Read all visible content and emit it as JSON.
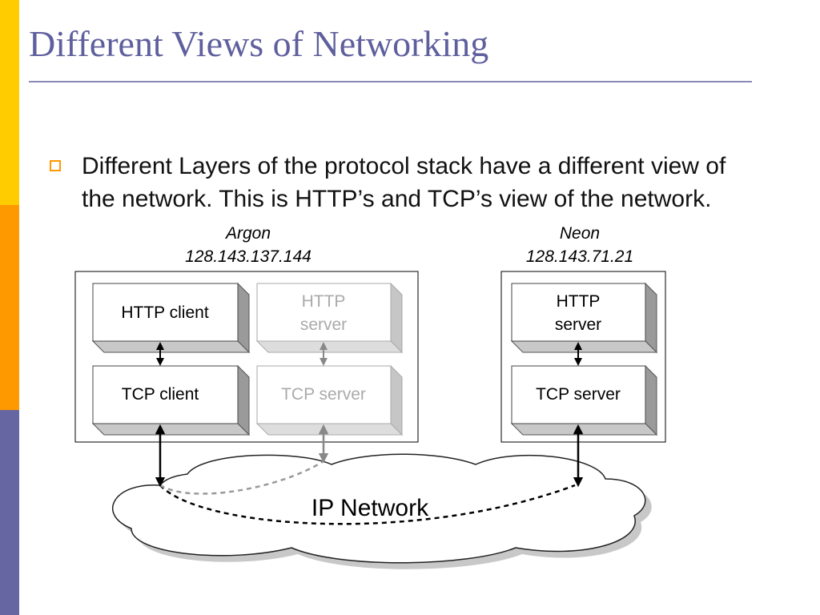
{
  "slide": {
    "title": "Different Views of Networking",
    "bullet": "Different Layers of the protocol stack have a different view of the network. This is HTTP’s and TCP’s view of the network."
  },
  "diagram": {
    "argon": {
      "name": "Argon",
      "ip": "128.143.137.144"
    },
    "neon": {
      "name": "Neon",
      "ip": "128.143.71.21"
    },
    "boxes": {
      "argon_http_client": "HTTP client",
      "argon_http_server": [
        "HTTP",
        "server"
      ],
      "argon_tcp_client": "TCP client",
      "argon_tcp_server": "TCP server",
      "neon_http_server": [
        "HTTP",
        "server"
      ],
      "neon_tcp_server": "TCP server"
    },
    "network_label": "IP Network"
  },
  "colors": {
    "side_yellow": "#FFCC00",
    "side_orange": "#FF9900",
    "side_purple": "#6666A3",
    "title": "#5F5F9E",
    "inactive_text": "#AAAAAA"
  }
}
